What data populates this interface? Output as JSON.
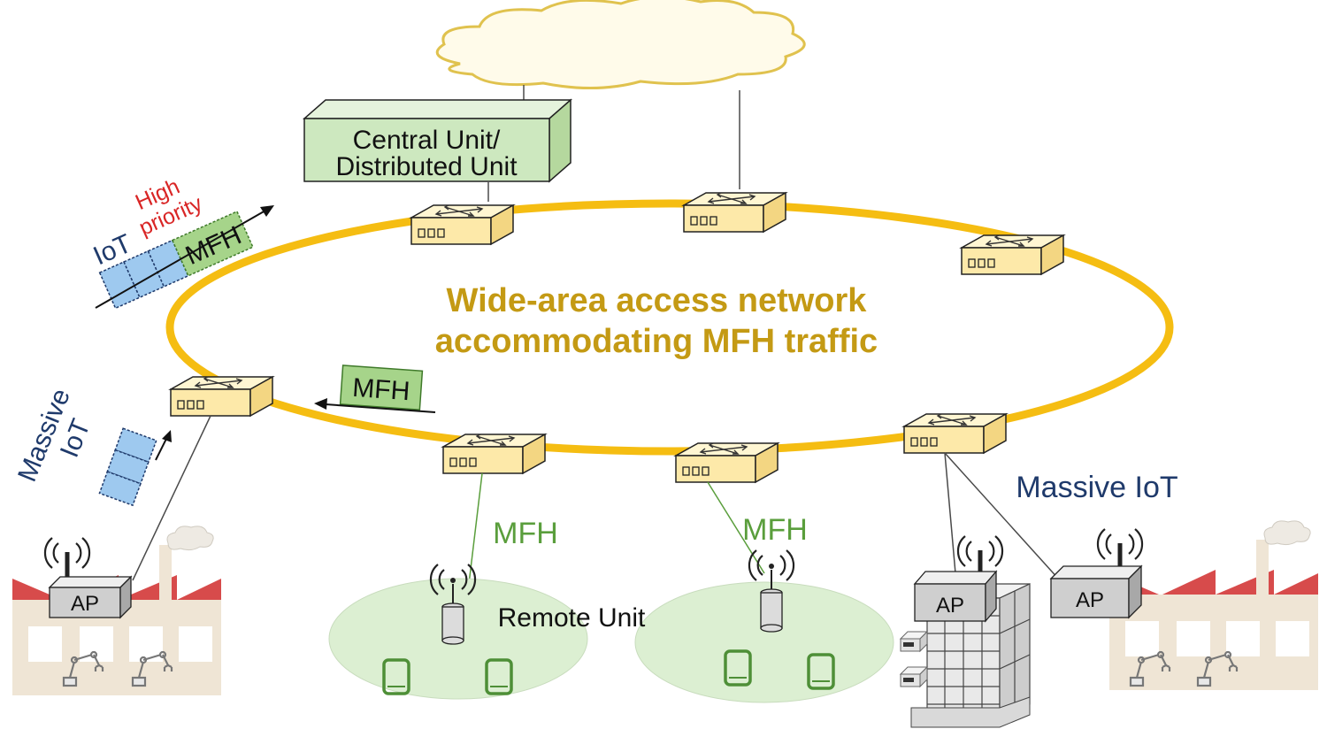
{
  "central_unit": {
    "line1": "Central Unit/",
    "line2": "Distributed Unit"
  },
  "network_title": {
    "line1": "Wide-area access network",
    "line2": "accommodating MFH traffic"
  },
  "priority_legend": {
    "high": "High",
    "priority": "priority",
    "iot": "IoT",
    "mfh": "MFH"
  },
  "ring_mfh_packet": "MFH",
  "massive_iot_left": {
    "line1": "Massive",
    "line2": "IoT"
  },
  "massive_iot_right": "Massive IoT",
  "mfh_link_1": "MFH",
  "mfh_link_2": "MFH",
  "remote_unit": "Remote Unit",
  "ap_labels": [
    "AP",
    "AP",
    "AP"
  ],
  "colors": {
    "ring": "#f5bd12",
    "title_text": "#c49a14",
    "unit_fill": "#cde8bf",
    "mfh_packet": "#a6d48a",
    "iot_packet": "#9ec9ef",
    "iot_text": "#1f3a6b",
    "high_priority_text": "#d92626",
    "mfh_link_text": "#5a9e3c",
    "switch_fill": "#fde9a9",
    "coverage_fill": "#dcefd2",
    "factory_roof": "#d74b4b",
    "factory_wall": "#efe5d5"
  },
  "icons": [
    "cloud-icon",
    "switch-icon",
    "antenna-icon",
    "smartphone-icon",
    "factory-icon",
    "office-building-icon",
    "robot-arm-icon",
    "server-icon"
  ]
}
